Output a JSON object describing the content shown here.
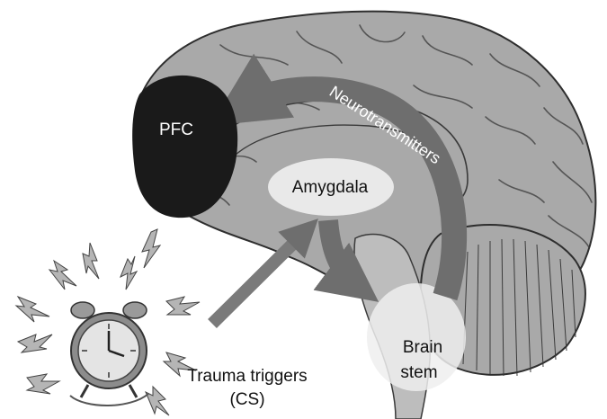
{
  "labels": {
    "pfc": "PFC",
    "amygdala": "Amygdala",
    "neurotransmitters": "Neurotransmitters",
    "brain_stem_line1": "Brain",
    "brain_stem_line2": "stem",
    "trigger_line1": "Trauma triggers",
    "trigger_line2": "(CS)"
  },
  "colors": {
    "brain_fill": "#a9a9a9",
    "brain_outline": "#2e2e2e",
    "pfc_fill": "#1a1a1a",
    "amygdala_fill": "#ececec",
    "arrow_fill": "#6e6e6e",
    "text_dark": "#111111",
    "text_light": "#ffffff"
  },
  "icons": {
    "clock": "alarm-clock-icon",
    "burst": "lightning-burst-icon"
  }
}
